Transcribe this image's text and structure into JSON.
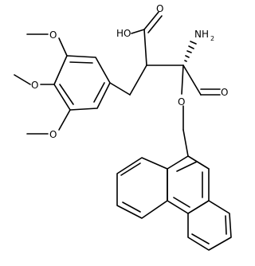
{
  "labels": {
    "acid": "HO",
    "amine_n": "NH",
    "amine_sub": "2",
    "ester_o": "O",
    "acid_o": "O",
    "ester_carbonyl_o": "O",
    "methoxy_top_o": "O",
    "methoxy_mid_o": "O",
    "methoxy_bottom_o": "O"
  }
}
